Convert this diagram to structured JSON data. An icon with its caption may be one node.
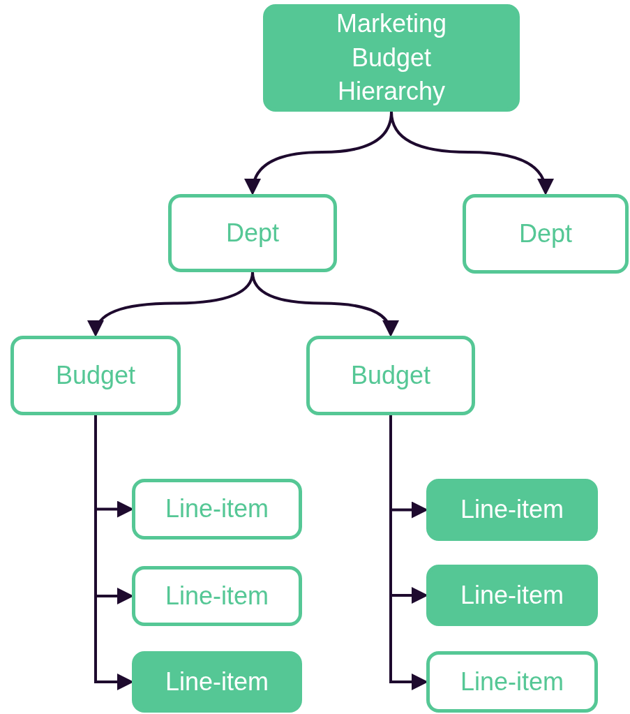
{
  "diagram": {
    "nodes": [
      {
        "text": [
          "Marketing Budget Hierarchy"
        ]
      },
      {
        "text": [
          "Dept"
        ]
      },
      {
        "text": [
          "Dept"
        ]
      },
      {
        "text": [
          "Budget"
        ]
      },
      {
        "text": [
          "Budget"
        ]
      },
      {
        "text": [
          "Line-item"
        ]
      },
      {
        "text": [
          "Line-item"
        ]
      },
      {
        "text": [
          "Line-item"
        ]
      },
      {
        "text": [
          "Line-item"
        ]
      },
      {
        "text": [
          "Line-item"
        ]
      },
      {
        "text": [
          "Line-item"
        ]
      }
    ],
    "edges": [
      {
        "from": 0,
        "to": 1,
        "arrow": "to"
      },
      {
        "from": 0,
        "to": 2,
        "arrow": "to"
      },
      {
        "from": 1,
        "to": 3,
        "arrow": "to"
      },
      {
        "from": 1,
        "to": 4,
        "arrow": "to"
      },
      {
        "from": 3,
        "to": 5,
        "arrow": "to"
      },
      {
        "from": 3,
        "to": 6,
        "arrow": "to"
      },
      {
        "from": 3,
        "to": 7,
        "arrow": "to"
      },
      {
        "from": 4,
        "to": 8,
        "arrow": "to"
      },
      {
        "from": 4,
        "to": 9,
        "arrow": "to"
      },
      {
        "from": 4,
        "to": 10,
        "arrow": "to"
      }
    ]
  }
}
